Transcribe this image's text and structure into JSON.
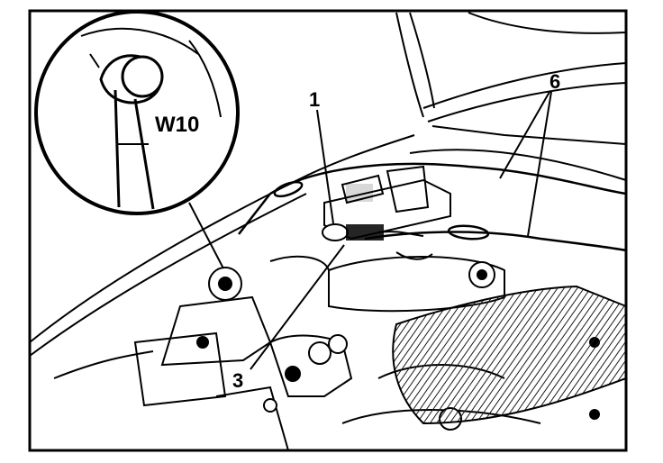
{
  "figure": {
    "callouts": {
      "inset_label": "W10",
      "part_1": "1",
      "part_3": "3",
      "part_6": "6"
    }
  },
  "colors": {
    "ink": "#000000",
    "paper": "#ffffff",
    "hatch": "#1a1a1a"
  }
}
